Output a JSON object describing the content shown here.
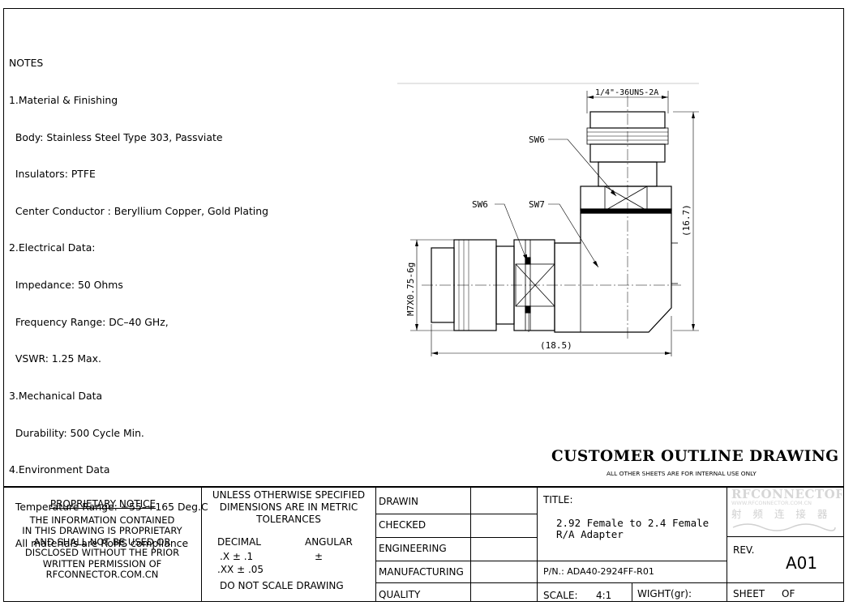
{
  "notes": {
    "heading": "NOTES",
    "lines": [
      "1.Material & Finishing",
      "  Body: Stainless Steel Type 303, Passviate",
      "  Insulators: PTFE",
      "  Center Conductor : Beryllium Copper, Gold Plating",
      "2.Electrical Data:",
      "  Impedance: 50 Ohms",
      "  Frequency Range: DC–40 GHz,",
      "  VSWR: 1.25 Max.",
      "3.Mechanical Data",
      "  Durability: 500 Cycle Min.",
      "4.Environment Data",
      "  Temperature Range: −55–+165 Deg.C",
      "  All materials are RoHS compliance"
    ]
  },
  "drawing": {
    "thread_top": "1/4\"-36UNS-2A",
    "sw6_top": "SW6",
    "sw6_left": "SW6",
    "sw7": "SW7",
    "height_dim": "(16.7)",
    "width_dim": "(18.5)",
    "thread_left": "M7X0.75-6g"
  },
  "header": {
    "title": "CUSTOMER OUTLINE DRAWING",
    "subtitle": "ALL OTHER SHEETS ARE FOR INTERNAL USE ONLY"
  },
  "title_block": {
    "proprietary_heading": "PROPRIETARY NOTICE",
    "proprietary_lines": [
      "THE INFORMATION CONTAINED",
      "IN THIS DRAWING IS PROPRIETARY",
      "AND SHALL NOT BE USED OR",
      "DISCLOSED WITHOUT THE PRIOR",
      "WRITTEN PERMISSION OF",
      "RFCONNECTOR.COM.CN"
    ],
    "tolerance_lines": [
      "UNLESS OTHERWISE SPECIFIED",
      "DIMENSIONS ARE IN METRIC",
      "TOLERANCES"
    ],
    "decimal_label": "DECIMAL",
    "angular_label": "ANGULAR",
    "tol_x": ".X ± .1",
    "tol_angular": "±",
    "tol_xx": ".XX ± .05",
    "do_not_scale": "DO NOT SCALE DRAWING",
    "roles": [
      "DRAWIN",
      "CHECKED",
      "ENGINEERING",
      "MANUFACTURING",
      "QUALITY"
    ],
    "title_label": "TITLE:",
    "title_value_1": "2.92 Female to 2.4 Female",
    "title_value_2": "R/A Adapter",
    "part_number": "P/N.: ADA40-2924FF-R01",
    "scale_label": "SCALE:",
    "scale_value": "4:1",
    "weight_label": "WIGHT(gr):",
    "rev_label": "REV.",
    "rev_value": "A01",
    "sheet_label": "SHEET",
    "of_label": "OF"
  },
  "logo": {
    "name": "RFCONNECTOR",
    "url": "WWW.RFCONNECTOR.COM.CN",
    "chinese": "射 频 连 接 器"
  }
}
